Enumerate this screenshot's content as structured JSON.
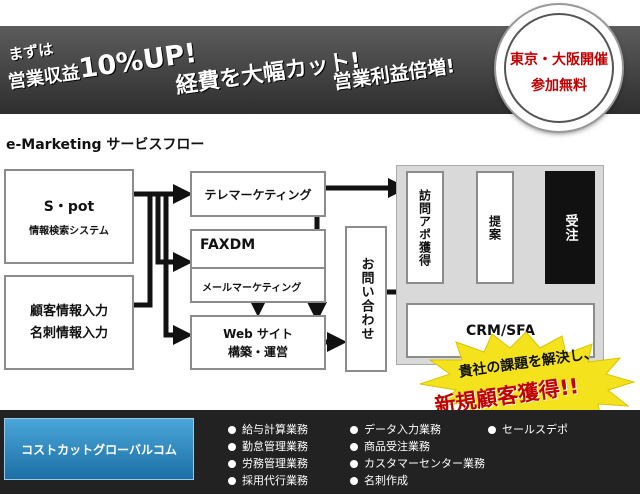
{
  "banner": {
    "tagline1": "まずは",
    "tagline2_prefix": "営業収益",
    "tagline2_big": "10%UP!",
    "tagline3": "経費を大幅カット!",
    "tagline4": "営業利益倍増!",
    "badge_line1": "東京・大阪開催",
    "badge_line2": "参加無料"
  },
  "flow": {
    "title": "e-Marketing サービスフロー",
    "spot_title": "S・pot",
    "spot_sub": "情報検索システム",
    "customer_line1": "顧客情報入力",
    "customer_line2": "名刺情報入力",
    "telemarketing": "テレマーケティング",
    "faxdm": "FAXDM",
    "mail_marketing": "メールマーケティング",
    "web_line1": "Web サイト",
    "web_line2": "構築・運営",
    "inquiry": "お問い合わせ",
    "visit": "訪問アポ獲得",
    "proposal": "提案",
    "order": "受注",
    "crm": "CRM/SFA"
  },
  "burst": {
    "line1": "貴社の課題を解決し、",
    "line2": "新規顧客獲得!!"
  },
  "footer": {
    "company": "コストカットグローバルコム",
    "services": [
      "給与計算業務",
      "勤怠管理業務",
      "労務管理業務",
      "採用代行業務",
      "データ入力業務",
      "商品受注業務",
      "カスタマーセンター業務",
      "名刺作成",
      "セールスデポ"
    ]
  }
}
